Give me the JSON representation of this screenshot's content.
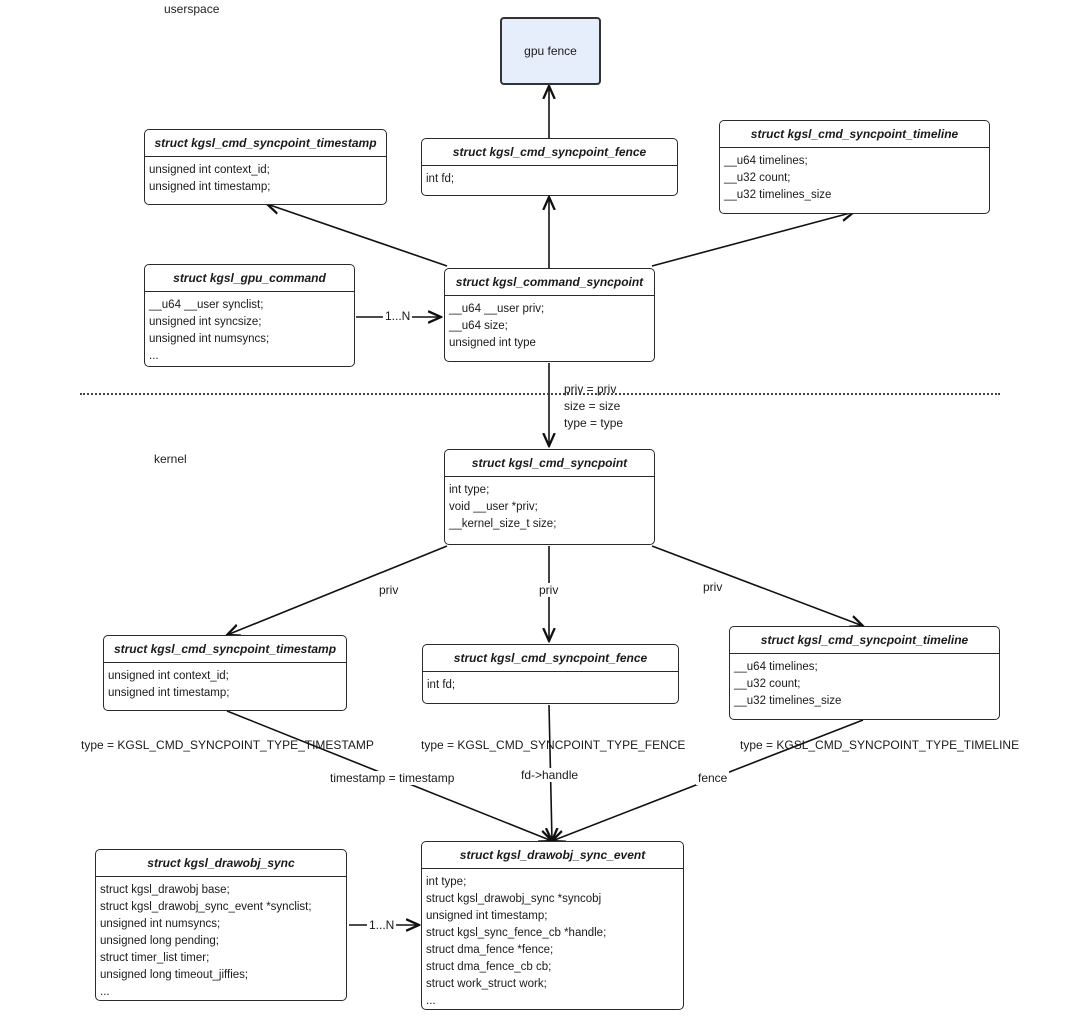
{
  "regions": {
    "userspace": "userspace",
    "kernel": "kernel"
  },
  "gpu_fence": "gpu fence",
  "boxes": {
    "us_timestamp": {
      "title": "struct kgsl_cmd_syncpoint_timestamp",
      "lines": [
        "unsigned int context_id;",
        "unsigned int timestamp;"
      ]
    },
    "us_fence": {
      "title": "struct kgsl_cmd_syncpoint_fence",
      "lines": [
        "int fd;"
      ]
    },
    "us_timeline": {
      "title": "struct kgsl_cmd_syncpoint_timeline",
      "lines": [
        "__u64 timelines;",
        "__u32 count;",
        "__u32 timelines_size"
      ]
    },
    "us_gpu_command": {
      "title": "struct kgsl_gpu_command",
      "lines": [
        "__u64 __user synclist;",
        "unsigned int syncsize;",
        "unsigned int numsyncs;",
        "..."
      ]
    },
    "us_command_syncpoint": {
      "title": "struct kgsl_command_syncpoint",
      "lines": [
        "__u64 __user priv;",
        "__u64 size;",
        "unsigned int type"
      ]
    },
    "k_cmd_syncpoint": {
      "title": "struct kgsl_cmd_syncpoint",
      "lines": [
        "int type;",
        "void __user *priv;",
        "__kernel_size_t size;"
      ]
    },
    "k_timestamp": {
      "title": "struct kgsl_cmd_syncpoint_timestamp",
      "lines": [
        "unsigned int context_id;",
        "unsigned int timestamp;"
      ]
    },
    "k_fence": {
      "title": "struct kgsl_cmd_syncpoint_fence",
      "lines": [
        "int fd;"
      ]
    },
    "k_timeline": {
      "title": "struct kgsl_cmd_syncpoint_timeline",
      "lines": [
        "__u64 timelines;",
        "__u32 count;",
        "__u32 timelines_size"
      ]
    },
    "k_drawobj_sync": {
      "title": "struct kgsl_drawobj_sync",
      "lines": [
        "struct kgsl_drawobj base;",
        "struct kgsl_drawobj_sync_event *synclist;",
        "unsigned int numsyncs;",
        "unsigned long pending;",
        "struct timer_list timer;",
        "unsigned long timeout_jiffies;",
        "..."
      ]
    },
    "k_sync_event": {
      "title": "struct kgsl_drawobj_sync_event",
      "lines": [
        "int type;",
        "struct kgsl_drawobj_sync *syncobj",
        "unsigned int timestamp;",
        "struct kgsl_sync_fence_cb *handle;",
        "struct dma_fence *fence;",
        "struct dma_fence_cb cb;",
        "struct work_struct work;",
        "..."
      ]
    }
  },
  "labels": {
    "one_to_n_top": "1...N",
    "one_to_n_bottom": "1...N",
    "priv_assign": "priv = priv",
    "size_assign": "size = size",
    "type_assign": "type = type",
    "priv_left": "priv",
    "priv_mid": "priv",
    "priv_right": "priv",
    "type_timestamp": "type = KGSL_CMD_SYNCPOINT_TYPE_TIMESTAMP",
    "type_fence": "type = KGSL_CMD_SYNCPOINT_TYPE_FENCE",
    "type_timeline": "type = KGSL_CMD_SYNCPOINT_TYPE_TIMELINE",
    "timestamp_assign": "timestamp = timestamp",
    "fd_handle": "fd->handle",
    "fence_lbl": "fence"
  }
}
